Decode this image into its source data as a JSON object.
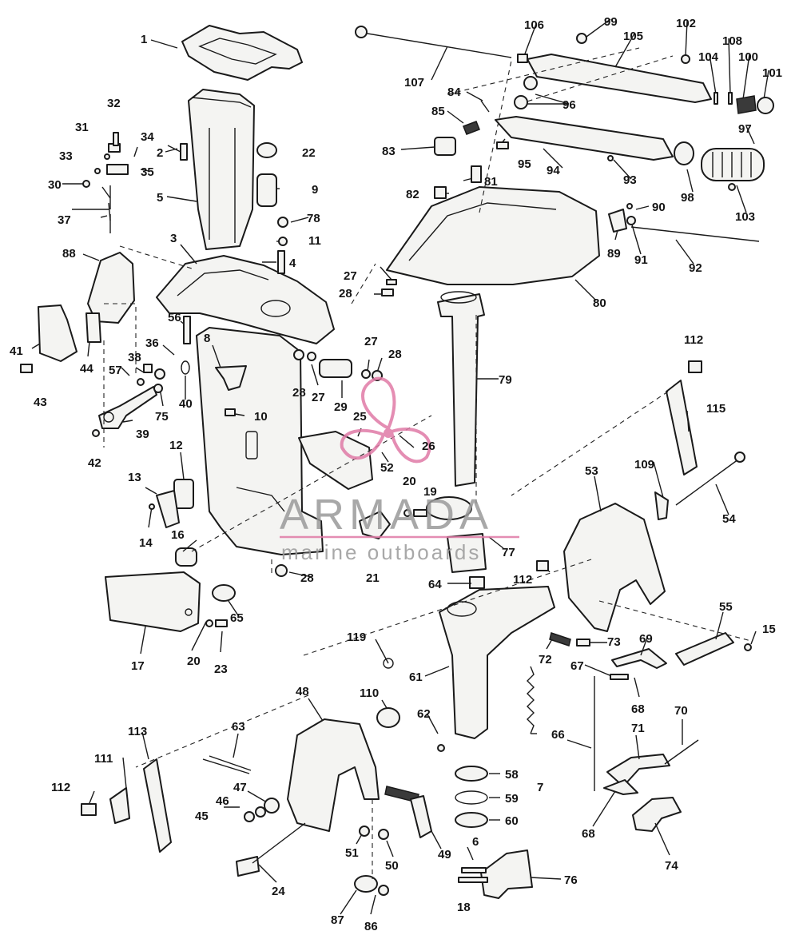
{
  "watermark": {
    "brand": "ARMADA",
    "tagline": "marine outboards",
    "accent_color": "#e07aa6",
    "text_color": "#9a9a9a"
  },
  "labels": [
    {
      "id": "l1",
      "text": "1"
    },
    {
      "id": "l2",
      "text": "2"
    },
    {
      "id": "l3",
      "text": "3"
    },
    {
      "id": "l4",
      "text": "4"
    },
    {
      "id": "l5",
      "text": "5"
    },
    {
      "id": "l6",
      "text": "6"
    },
    {
      "id": "l7",
      "text": "7"
    },
    {
      "id": "l8",
      "text": "8"
    },
    {
      "id": "l9",
      "text": "9"
    },
    {
      "id": "l10",
      "text": "10"
    },
    {
      "id": "l11",
      "text": "11"
    },
    {
      "id": "l12",
      "text": "12"
    },
    {
      "id": "l13",
      "text": "13"
    },
    {
      "id": "l14",
      "text": "14"
    },
    {
      "id": "l15",
      "text": "15"
    },
    {
      "id": "l16",
      "text": "16"
    },
    {
      "id": "l17",
      "text": "17"
    },
    {
      "id": "l18",
      "text": "18"
    },
    {
      "id": "l19",
      "text": "19"
    },
    {
      "id": "l20a",
      "text": "20"
    },
    {
      "id": "l20b",
      "text": "20"
    },
    {
      "id": "l21",
      "text": "21"
    },
    {
      "id": "l22",
      "text": "22"
    },
    {
      "id": "l23",
      "text": "23"
    },
    {
      "id": "l24",
      "text": "24"
    },
    {
      "id": "l25",
      "text": "25"
    },
    {
      "id": "l26",
      "text": "26"
    },
    {
      "id": "l27a",
      "text": "27"
    },
    {
      "id": "l27b",
      "text": "27"
    },
    {
      "id": "l27c",
      "text": "27"
    },
    {
      "id": "l28a",
      "text": "28"
    },
    {
      "id": "l28b",
      "text": "28"
    },
    {
      "id": "l28c",
      "text": "28"
    },
    {
      "id": "l28d",
      "text": "28"
    },
    {
      "id": "l29",
      "text": "29"
    },
    {
      "id": "l30",
      "text": "30"
    },
    {
      "id": "l31",
      "text": "31"
    },
    {
      "id": "l32",
      "text": "32"
    },
    {
      "id": "l33",
      "text": "33"
    },
    {
      "id": "l34",
      "text": "34"
    },
    {
      "id": "l35",
      "text": "35"
    },
    {
      "id": "l36",
      "text": "36"
    },
    {
      "id": "l37",
      "text": "37"
    },
    {
      "id": "l38",
      "text": "38"
    },
    {
      "id": "l39",
      "text": "39"
    },
    {
      "id": "l40",
      "text": "40"
    },
    {
      "id": "l41",
      "text": "41"
    },
    {
      "id": "l42",
      "text": "42"
    },
    {
      "id": "l43",
      "text": "43"
    },
    {
      "id": "l44",
      "text": "44"
    },
    {
      "id": "l45",
      "text": "45"
    },
    {
      "id": "l46",
      "text": "46"
    },
    {
      "id": "l47",
      "text": "47"
    },
    {
      "id": "l48",
      "text": "48"
    },
    {
      "id": "l49",
      "text": "49"
    },
    {
      "id": "l50",
      "text": "50"
    },
    {
      "id": "l51",
      "text": "51"
    },
    {
      "id": "l52",
      "text": "52"
    },
    {
      "id": "l53",
      "text": "53"
    },
    {
      "id": "l54",
      "text": "54"
    },
    {
      "id": "l55",
      "text": "55"
    },
    {
      "id": "l56",
      "text": "56"
    },
    {
      "id": "l57",
      "text": "57"
    },
    {
      "id": "l58",
      "text": "58"
    },
    {
      "id": "l59",
      "text": "59"
    },
    {
      "id": "l60",
      "text": "60"
    },
    {
      "id": "l61",
      "text": "61"
    },
    {
      "id": "l62",
      "text": "62"
    },
    {
      "id": "l63",
      "text": "63"
    },
    {
      "id": "l64",
      "text": "64"
    },
    {
      "id": "l65",
      "text": "65"
    },
    {
      "id": "l66",
      "text": "66"
    },
    {
      "id": "l67",
      "text": "67"
    },
    {
      "id": "l68a",
      "text": "68"
    },
    {
      "id": "l68b",
      "text": "68"
    },
    {
      "id": "l69",
      "text": "69"
    },
    {
      "id": "l70",
      "text": "70"
    },
    {
      "id": "l71",
      "text": "71"
    },
    {
      "id": "l72",
      "text": "72"
    },
    {
      "id": "l73",
      "text": "73"
    },
    {
      "id": "l74",
      "text": "74"
    },
    {
      "id": "l75",
      "text": "75"
    },
    {
      "id": "l76",
      "text": "76"
    },
    {
      "id": "l77",
      "text": "77"
    },
    {
      "id": "l78",
      "text": "78"
    },
    {
      "id": "l79",
      "text": "79"
    },
    {
      "id": "l80",
      "text": "80"
    },
    {
      "id": "l81",
      "text": "81"
    },
    {
      "id": "l82",
      "text": "82"
    },
    {
      "id": "l83",
      "text": "83"
    },
    {
      "id": "l84",
      "text": "84"
    },
    {
      "id": "l85",
      "text": "85"
    },
    {
      "id": "l86",
      "text": "86"
    },
    {
      "id": "l87",
      "text": "87"
    },
    {
      "id": "l88",
      "text": "88"
    },
    {
      "id": "l89",
      "text": "89"
    },
    {
      "id": "l90",
      "text": "90"
    },
    {
      "id": "l91",
      "text": "91"
    },
    {
      "id": "l92",
      "text": "92"
    },
    {
      "id": "l93",
      "text": "93"
    },
    {
      "id": "l94",
      "text": "94"
    },
    {
      "id": "l95",
      "text": "95"
    },
    {
      "id": "l96",
      "text": "96"
    },
    {
      "id": "l97",
      "text": "97"
    },
    {
      "id": "l98",
      "text": "98"
    },
    {
      "id": "l99",
      "text": "99"
    },
    {
      "id": "l100",
      "text": "100"
    },
    {
      "id": "l101",
      "text": "101"
    },
    {
      "id": "l102",
      "text": "102"
    },
    {
      "id": "l103",
      "text": "103"
    },
    {
      "id": "l104",
      "text": "104"
    },
    {
      "id": "l105",
      "text": "105"
    },
    {
      "id": "l106",
      "text": "106"
    },
    {
      "id": "l107",
      "text": "107"
    },
    {
      "id": "l108",
      "text": "108"
    },
    {
      "id": "l109",
      "text": "109"
    },
    {
      "id": "l110",
      "text": "110"
    },
    {
      "id": "l111",
      "text": "111"
    },
    {
      "id": "l112a",
      "text": "112"
    },
    {
      "id": "l112b",
      "text": "112"
    },
    {
      "id": "l112c",
      "text": "112"
    },
    {
      "id": "l113",
      "text": "113"
    },
    {
      "id": "l115",
      "text": "115"
    },
    {
      "id": "l119",
      "text": "119"
    }
  ]
}
